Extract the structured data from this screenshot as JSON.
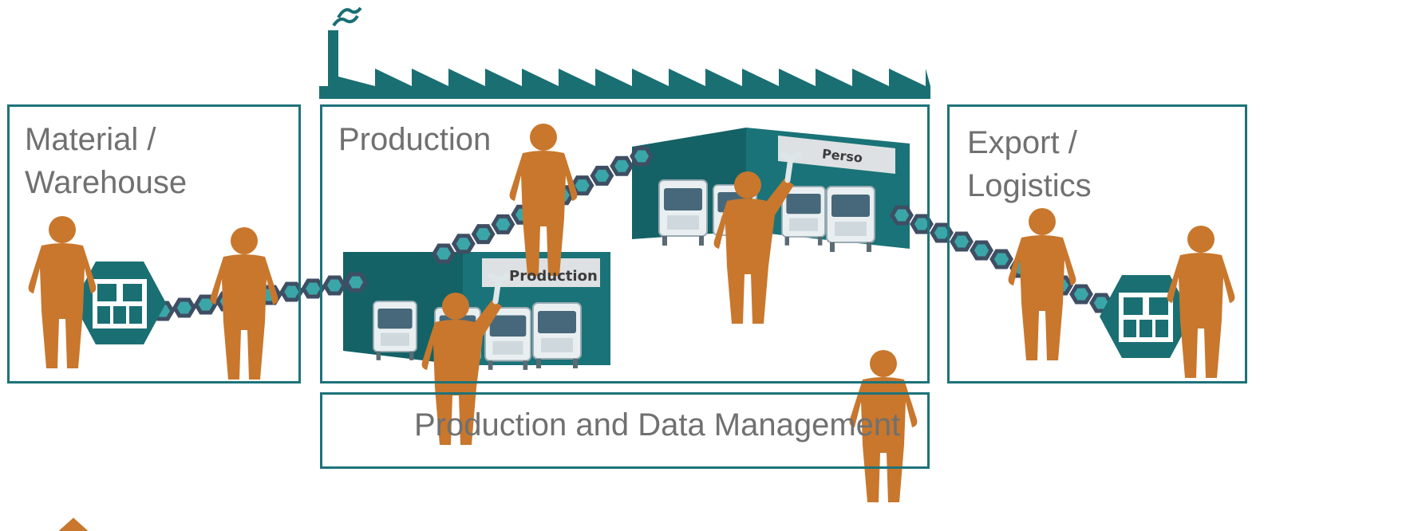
{
  "frames": {
    "material_warehouse": "Material /\nWarehouse",
    "production": "Production",
    "export_logistics": "Export /\nLogistics",
    "data_management": "Production and Data Management"
  },
  "room_signs": {
    "production_hall": "Production",
    "perso_hall": "Perso"
  },
  "colors": {
    "frame": "#1d7379",
    "teal": "#1a6f73",
    "teal_dark": "#135a5e",
    "person": "#c8772d",
    "chain_fill": "#3aa6a8",
    "chain_stroke": "#3f4e63",
    "label_text": "#707070"
  },
  "icons": [
    "factory-icon",
    "person-icon",
    "wrench-icon",
    "shelf-hex-icon",
    "machine-icon",
    "conveyor-chain-icon"
  ]
}
